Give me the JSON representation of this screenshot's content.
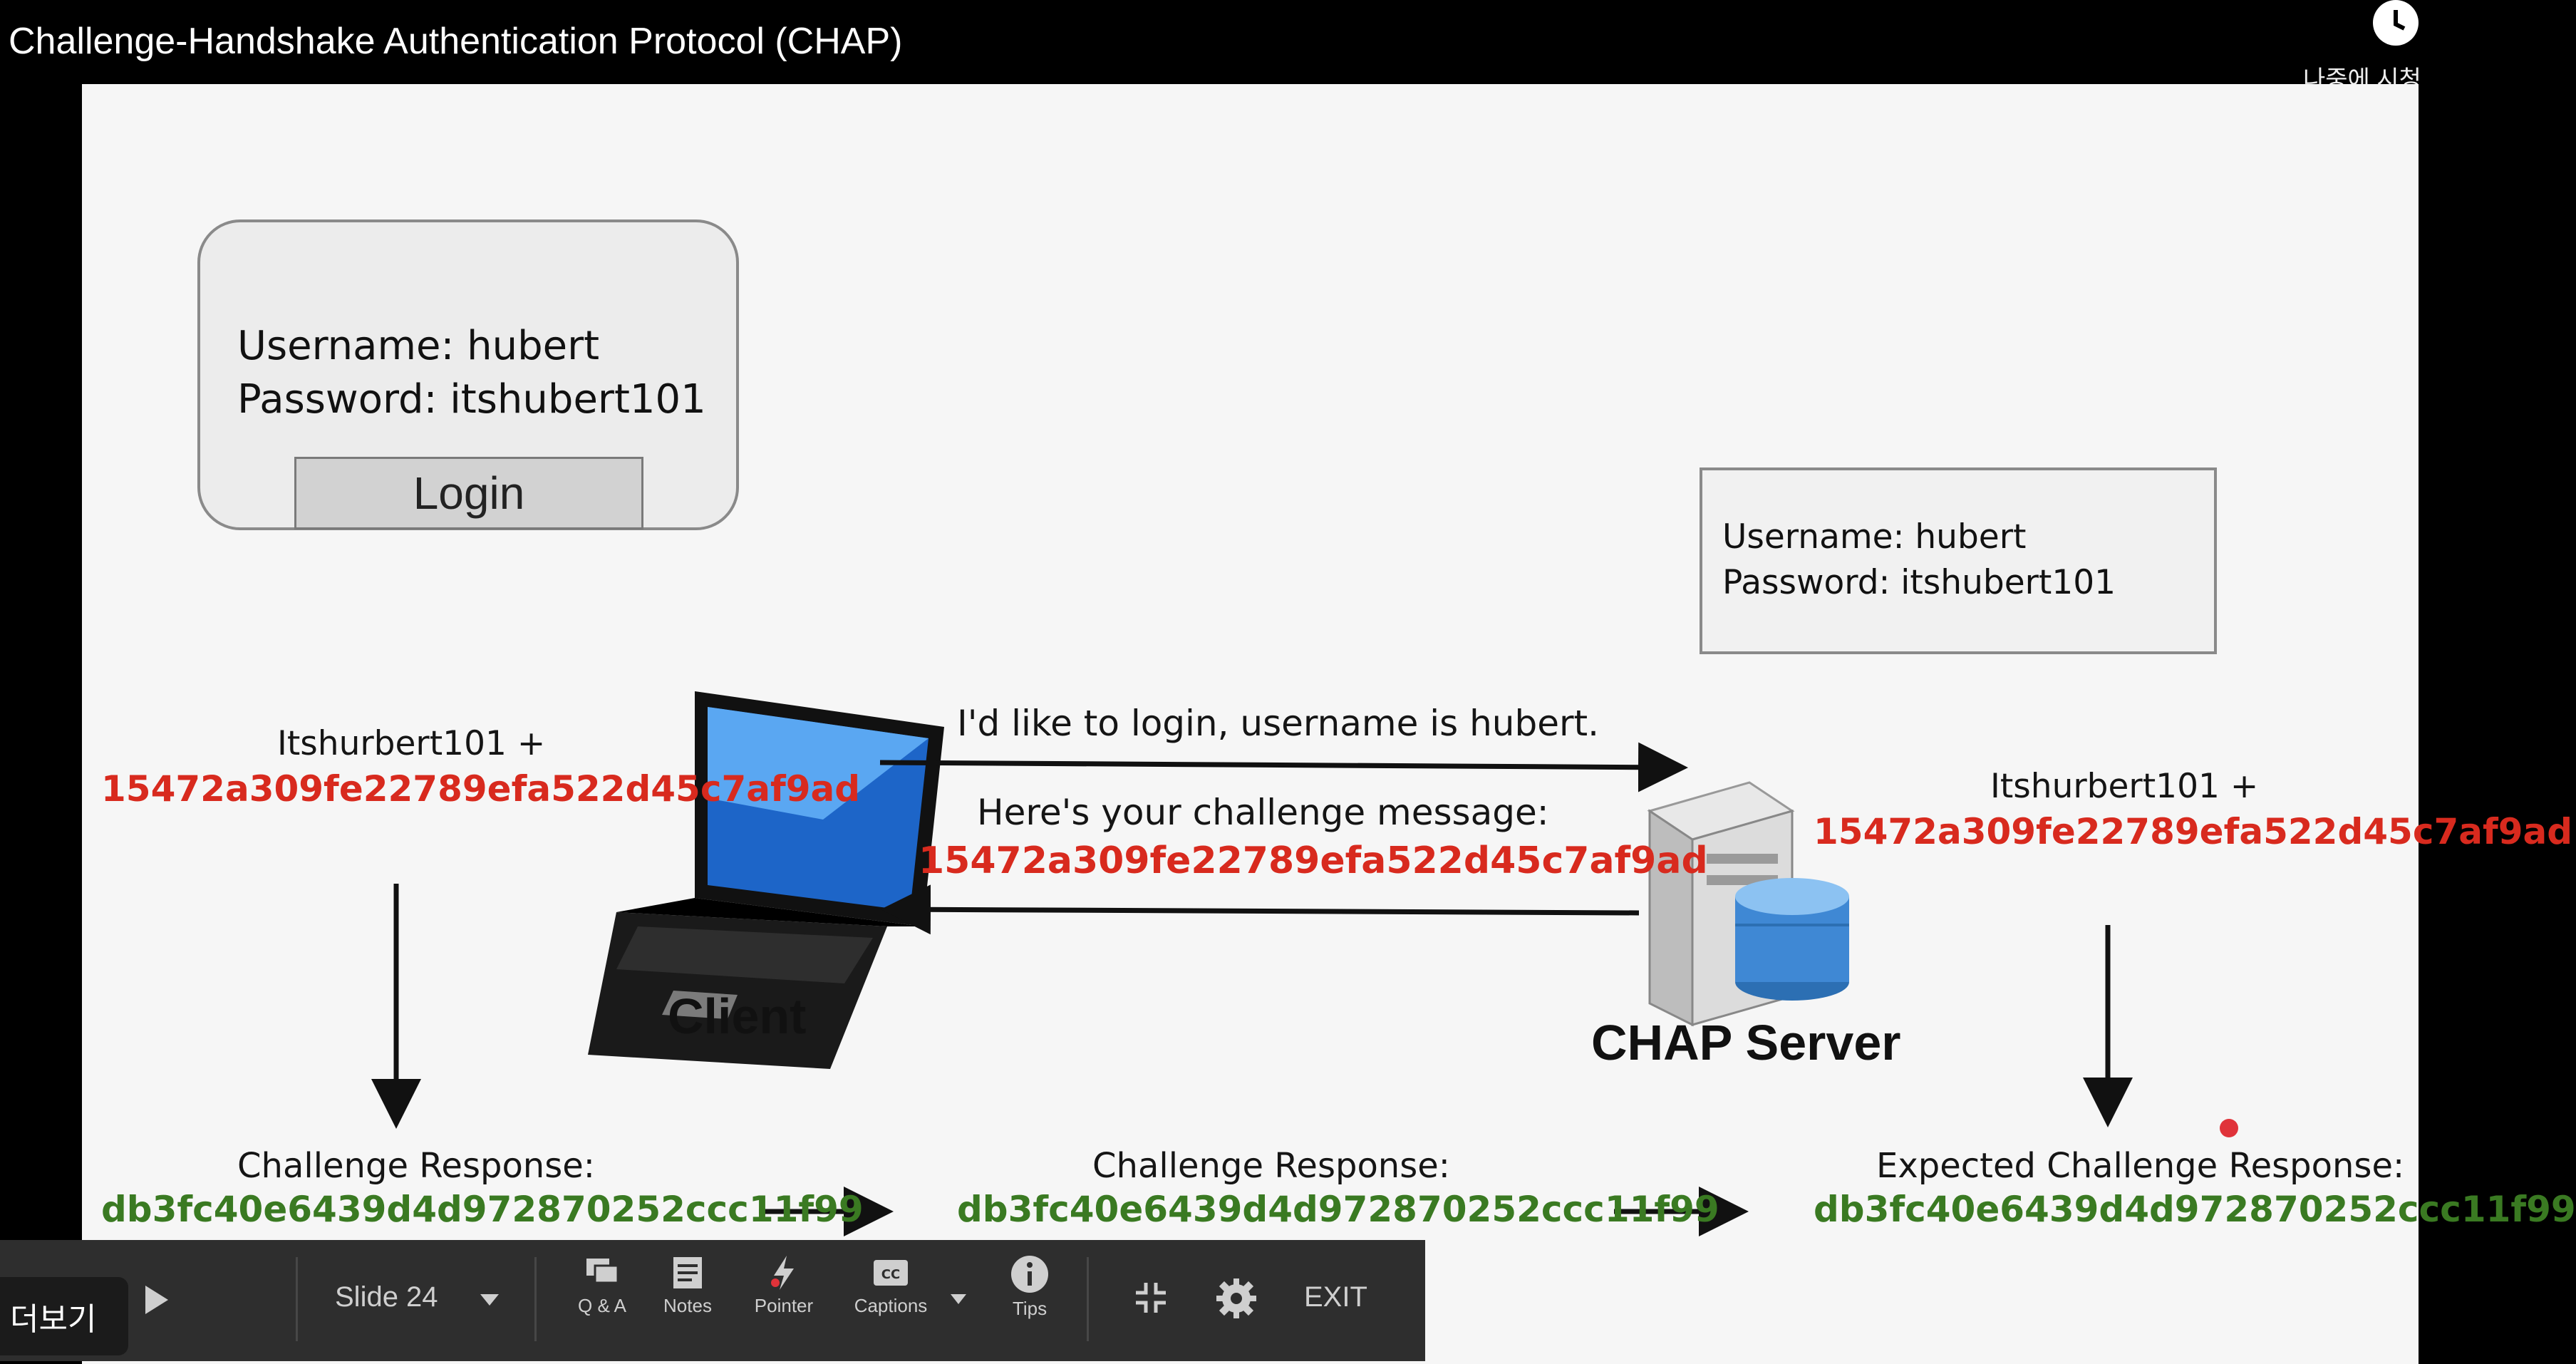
{
  "video": {
    "title": "Challenge-Handshake Authentication Protocol (CHAP)",
    "watch_later_label": "나중에 시청",
    "more_label": "더보기"
  },
  "slide": {
    "login_card": {
      "username_line": "Username: hubert",
      "password_line": "Password: itshubert101",
      "login_button": "Login"
    },
    "server_card": {
      "username_line": "Username: hubert",
      "password_line": "Password: itshubert101"
    },
    "messages": {
      "request": "I'd like to login, username is hubert.",
      "challenge_label": "Here's your challenge message:",
      "challenge_value": "15472a309fe22789efa522d45c7af9ad"
    },
    "client": {
      "label": "Client",
      "input_line": "Itshurbert101 +",
      "input_hash": "15472a309fe22789efa522d45c7af9ad",
      "response_label": "Challenge Response:",
      "response_value": "db3fc40e6439d4d972870252ccc11f99"
    },
    "middle": {
      "response_label": "Challenge Response:",
      "response_value": "db3fc40e6439d4d972870252ccc11f99"
    },
    "server": {
      "label": "CHAP Server",
      "input_line": "Itshurbert101 +",
      "input_hash": "15472a309fe22789efa522d45c7af9ad",
      "expected_label": "Expected Challenge Response:",
      "expected_value": "db3fc40e6439d4d972870252ccc11f99"
    }
  },
  "toolbar": {
    "slide_label": "Slide 24",
    "qa_label": "Q & A",
    "notes_label": "Notes",
    "pointer_label": "Pointer",
    "captions_label": "Captions",
    "tips_label": "Tips",
    "exit_label": "EXIT"
  },
  "colors": {
    "hash_red": "#d82a1e",
    "response_green": "#3a7a22"
  }
}
